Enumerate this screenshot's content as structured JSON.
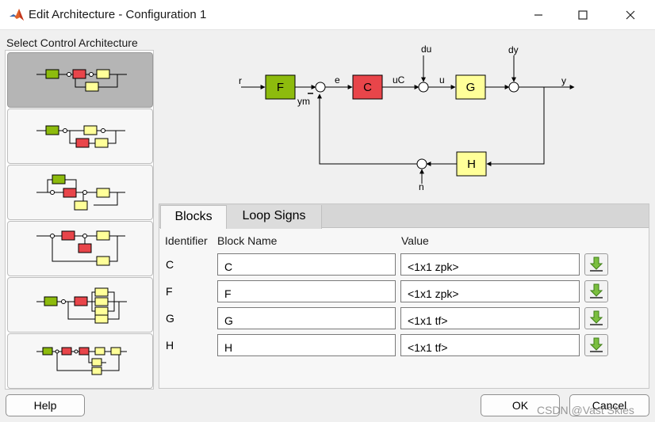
{
  "window": {
    "title": "Edit Architecture - Configuration 1"
  },
  "architecture_list": {
    "label": "Select Control Architecture",
    "selected_index": 0
  },
  "diagram": {
    "blocks": {
      "F": "F",
      "C": "C",
      "G": "G",
      "H": "H"
    },
    "signals": {
      "r": "r",
      "ym": "ym",
      "e": "e",
      "uC": "uC",
      "du": "du",
      "u": "u",
      "dy": "dy",
      "y": "y",
      "n": "n"
    },
    "colors": {
      "F": "#8dbb0d",
      "C": "#e8454a",
      "G": "#ffff99",
      "H": "#ffff99"
    }
  },
  "tabs": [
    {
      "label": "Blocks",
      "active": true
    },
    {
      "label": "Loop Signs",
      "active": false
    }
  ],
  "table": {
    "headers": {
      "identifier": "Identifier",
      "block_name": "Block Name",
      "value": "Value"
    },
    "rows": [
      {
        "id": "C",
        "name": "C",
        "value": "<1x1 zpk>"
      },
      {
        "id": "F",
        "name": "F",
        "value": "<1x1 zpk>"
      },
      {
        "id": "G",
        "name": "G",
        "value": "<1x1 tf>"
      },
      {
        "id": "H",
        "name": "H",
        "value": "<1x1 tf>"
      }
    ]
  },
  "buttons": {
    "help": "Help",
    "ok": "OK",
    "cancel": "Cancel"
  },
  "watermark": "CSDN @Vast Skies"
}
